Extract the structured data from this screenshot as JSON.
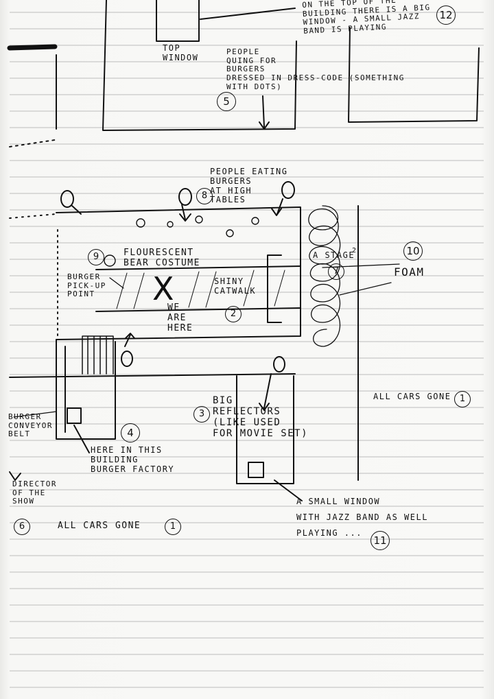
{
  "notes": {
    "top_window": "TOP\nWINDOW",
    "jazz_top": "ON THE TOP OF THE\nBUILDING THERE IS A BIG\nWINDOW - A SMALL JAZZ\nBAND IS PLAYING",
    "queue": "PEOPLE\nQUING FOR\nBURGERS\nDRESSED IN DRESS-CODE (SOMETHING\nWITH DOTS)",
    "eating": "PEOPLE EATING\nBURGERS\nAT HIGH\nTABLES",
    "fluorescent": "FLOURESCENT\nBEAR COSTUME",
    "burger_pickup": "BURGER\nPICK-UP\nPOINT",
    "we_are_here": "WE\nARE\nHERE",
    "shiny_catwalk": "SHINY\nCATWALK",
    "stage": "A STAGE",
    "foam": "FOAM",
    "all_cars_gone_right": "ALL CARS GONE",
    "big_reflectors": "BIG\nREFLECTORS\n(LIKE USED\nFOR MOVIE SET)",
    "conveyor": "BURGER\nCONVEYOR\nBELT",
    "burger_factory": "HERE IN THIS\nBUILDING\nBURGER FACTORY",
    "director": "DIRECTOR\nOF THE\nSHOW",
    "all_cars_gone_left": "ALL CARS GONE",
    "small_window": "A SMALL WINDOW\nWITH JAZZ BAND AS WELL\nPLAYING ..."
  },
  "numbers": {
    "n12": "12",
    "n5": "5",
    "n8": "8",
    "n9": "9",
    "n7": "7",
    "stage_sup": "2",
    "n10": "10",
    "n2": "2",
    "n1_right": "1",
    "n3": "3",
    "n4": "4",
    "n6": "6",
    "n1_left": "1",
    "n11": "11"
  },
  "marks": {
    "x_mark": "X"
  }
}
